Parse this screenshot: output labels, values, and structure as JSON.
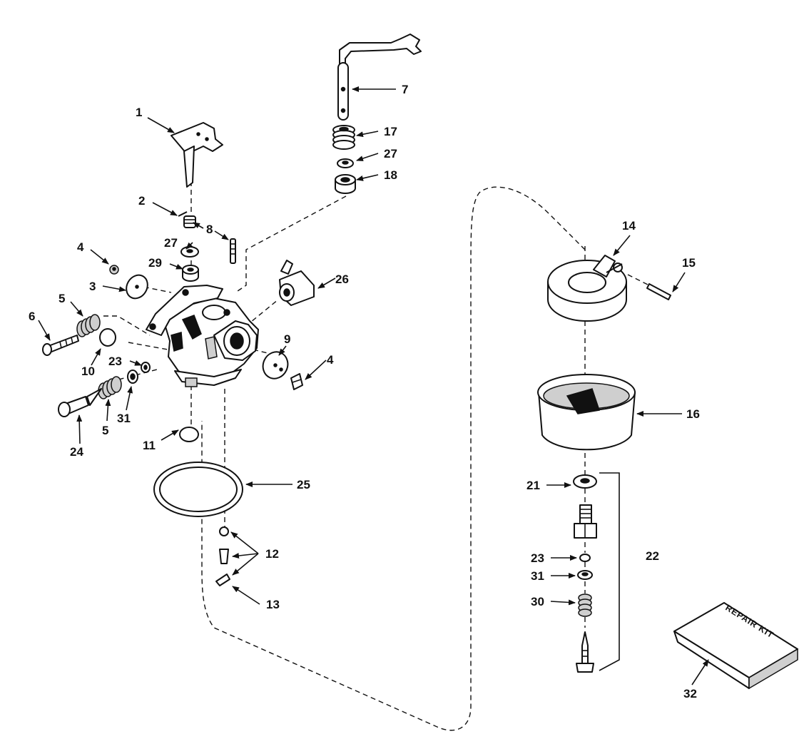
{
  "callouts": {
    "p1": "1",
    "p2": "2",
    "p3": "3",
    "p4a": "4",
    "p4b": "4",
    "p5a": "5",
    "p5b": "5",
    "p6": "6",
    "p7": "7",
    "p8": "8",
    "p9": "9",
    "p10": "10",
    "p11": "11",
    "p12": "12",
    "p13": "13",
    "p14": "14",
    "p15": "15",
    "p16": "16",
    "p17": "17",
    "p18": "18",
    "p21": "21",
    "p22": "22",
    "p23a": "23",
    "p23b": "23",
    "p24": "24",
    "p25": "25",
    "p26": "26",
    "p27a": "27",
    "p27b": "27",
    "p29": "29",
    "p30": "30",
    "p31a": "31",
    "p31b": "31",
    "p32": "32"
  },
  "repair_kit_text": "REPAIR KIT"
}
